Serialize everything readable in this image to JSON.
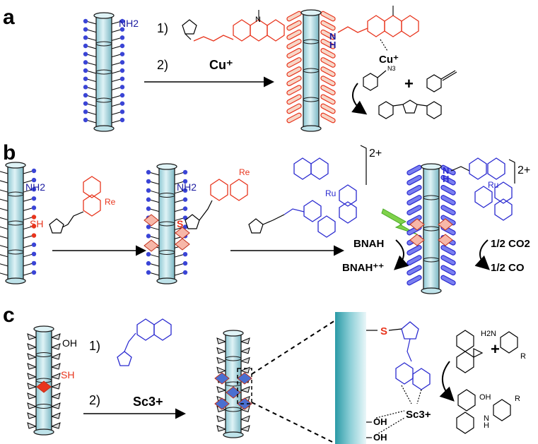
{
  "panels": {
    "a": {
      "letter": "a",
      "step1": "1)",
      "step2": "2)",
      "reagent": "Cu⁺",
      "nh2": "NH2",
      "product_nh": "H",
      "product_n": "N",
      "product_cu": "Cu⁺",
      "methyl_n": "N",
      "plus": "+",
      "azide_label": "N3"
    },
    "b": {
      "letter": "b",
      "nh2_a": "NH2",
      "sh": "SH",
      "nh2_b": "NH2",
      "s": "S",
      "re_label": "Re",
      "ru_label": "Ru",
      "charge": "2+",
      "product_charge": "2+",
      "bnah": "BNAH",
      "bnah_ox": "BNAH⁺⁺",
      "co2": "1/2 CO2",
      "co": "1/2 CO",
      "product_nh": "H",
      "product_n": "N"
    },
    "c": {
      "letter": "c",
      "oh": "OH",
      "sh": "SH",
      "step1": "1)",
      "step2": "2)",
      "reagent": "Sc3+",
      "s": "S",
      "sc": "Sc3+",
      "oh1": "OH",
      "oh2": "OH",
      "plus": "+",
      "h2n": "H2N",
      "r1": "R",
      "r2": "R",
      "oh_prod": "OH",
      "nh_prod": "H",
      "n_prod": "N"
    }
  },
  "colors": {
    "tube_fill": "#bfe3ea",
    "tube_stroke": "#1a1a1a",
    "blue_dot": "#3a44d6",
    "red": "#e8351d",
    "blue_chem": "#2a2ad0",
    "orange_fill": "#f7d7c8",
    "blue_block": "#7a7ff0"
  }
}
